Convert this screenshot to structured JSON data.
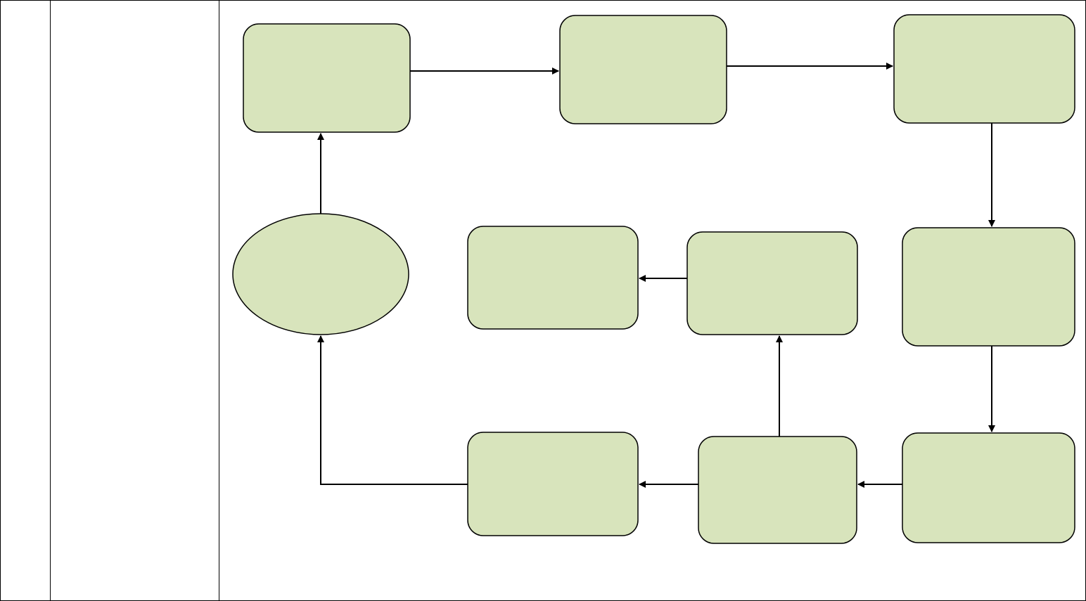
{
  "table": {
    "columns": [
      "",
      "",
      ""
    ]
  },
  "diagram": {
    "colors": {
      "node_fill": "#d8e4bc",
      "node_stroke": "#000000",
      "arrow": "#000000",
      "background": "#ffffff"
    },
    "nodes": [
      {
        "id": "start",
        "shape": "ellipse",
        "label": ""
      },
      {
        "id": "step-1",
        "shape": "rounded-rect",
        "label": ""
      },
      {
        "id": "step-2",
        "shape": "rounded-rect",
        "label": ""
      },
      {
        "id": "step-3",
        "shape": "rounded-rect",
        "label": ""
      },
      {
        "id": "step-4",
        "shape": "rounded-rect",
        "label": ""
      },
      {
        "id": "step-5",
        "shape": "rounded-rect",
        "label": ""
      },
      {
        "id": "step-6",
        "shape": "rounded-rect",
        "label": ""
      },
      {
        "id": "step-7",
        "shape": "rounded-rect",
        "label": ""
      },
      {
        "id": "step-8",
        "shape": "rounded-rect",
        "label": ""
      },
      {
        "id": "step-9",
        "shape": "rounded-rect",
        "label": ""
      }
    ],
    "edges": [
      {
        "from": "start",
        "to": "step-1"
      },
      {
        "from": "step-1",
        "to": "step-2"
      },
      {
        "from": "step-2",
        "to": "step-3"
      },
      {
        "from": "step-3",
        "to": "step-4"
      },
      {
        "from": "step-4",
        "to": "step-5"
      },
      {
        "from": "step-5",
        "to": "step-6"
      },
      {
        "from": "step-6",
        "to": "step-7"
      },
      {
        "from": "step-7",
        "to": "start"
      },
      {
        "from": "step-6",
        "to": "step-8"
      },
      {
        "from": "step-8",
        "to": "step-9"
      }
    ]
  }
}
